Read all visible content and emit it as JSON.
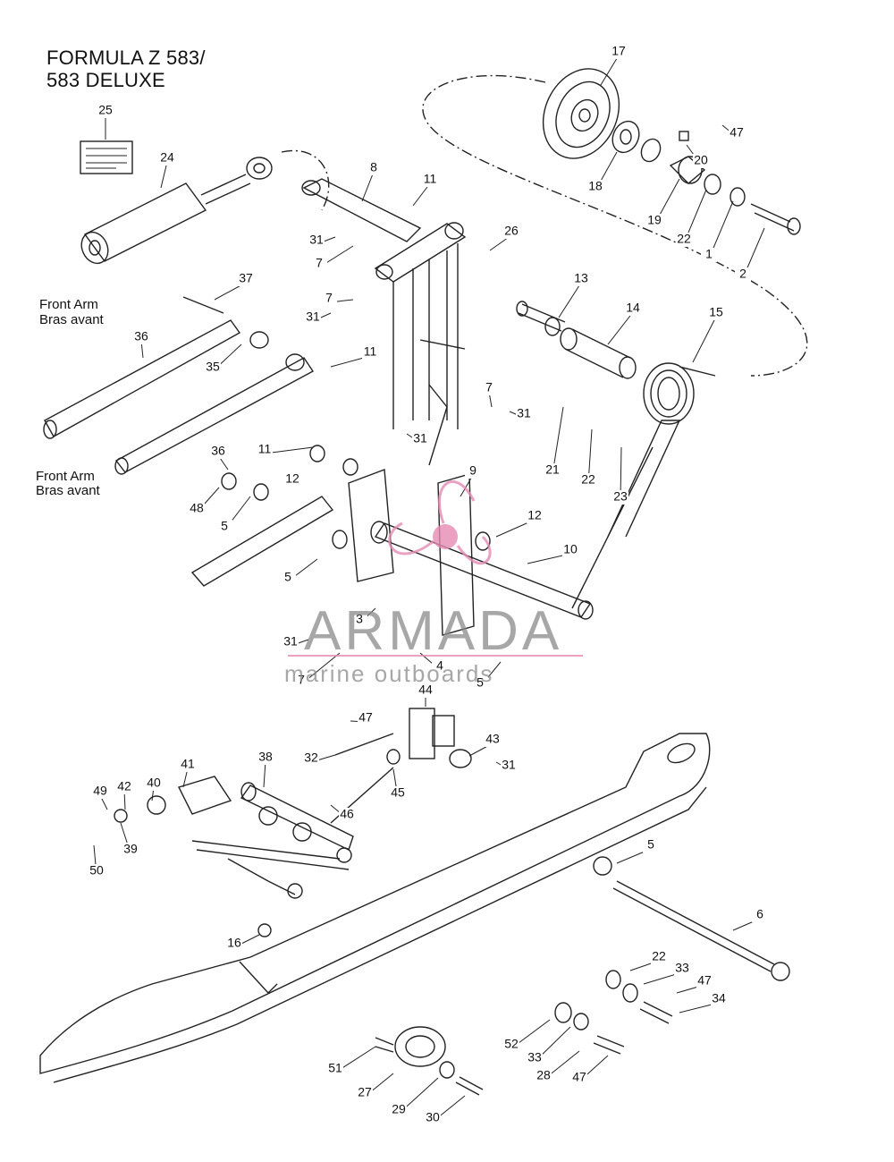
{
  "title": {
    "line1": "FORMULA Z 583/",
    "line2": "583 DELUXE"
  },
  "notes": {
    "front_arm_1": "Front Arm",
    "bras_avant_1": "Bras avant",
    "front_arm_2": "Front Arm",
    "bras_avant_2": "Bras avant"
  },
  "watermark": {
    "brand": "ARMADA",
    "tagline": "marine outboards",
    "accent_color": "#e58ab3",
    "text_color": "#8a8a8a"
  },
  "callouts": [
    "17",
    "47",
    "20",
    "25",
    "24",
    "8",
    "11",
    "18",
    "19",
    "22",
    "1",
    "2",
    "26",
    "31",
    "7",
    "37",
    "13",
    "14",
    "15",
    "7",
    "31",
    "36",
    "35",
    "11",
    "7",
    "31",
    "31",
    "21",
    "22",
    "23",
    "11",
    "36",
    "12",
    "9",
    "48",
    "5",
    "12",
    "10",
    "5",
    "3",
    "31",
    "7",
    "4",
    "5",
    "44",
    "47",
    "43",
    "32",
    "31",
    "38",
    "45",
    "41",
    "40",
    "42",
    "49",
    "46",
    "39",
    "50",
    "5",
    "6",
    "16",
    "22",
    "33",
    "47",
    "34",
    "52",
    "33",
    "28",
    "47",
    "51",
    "27",
    "29",
    "30"
  ]
}
